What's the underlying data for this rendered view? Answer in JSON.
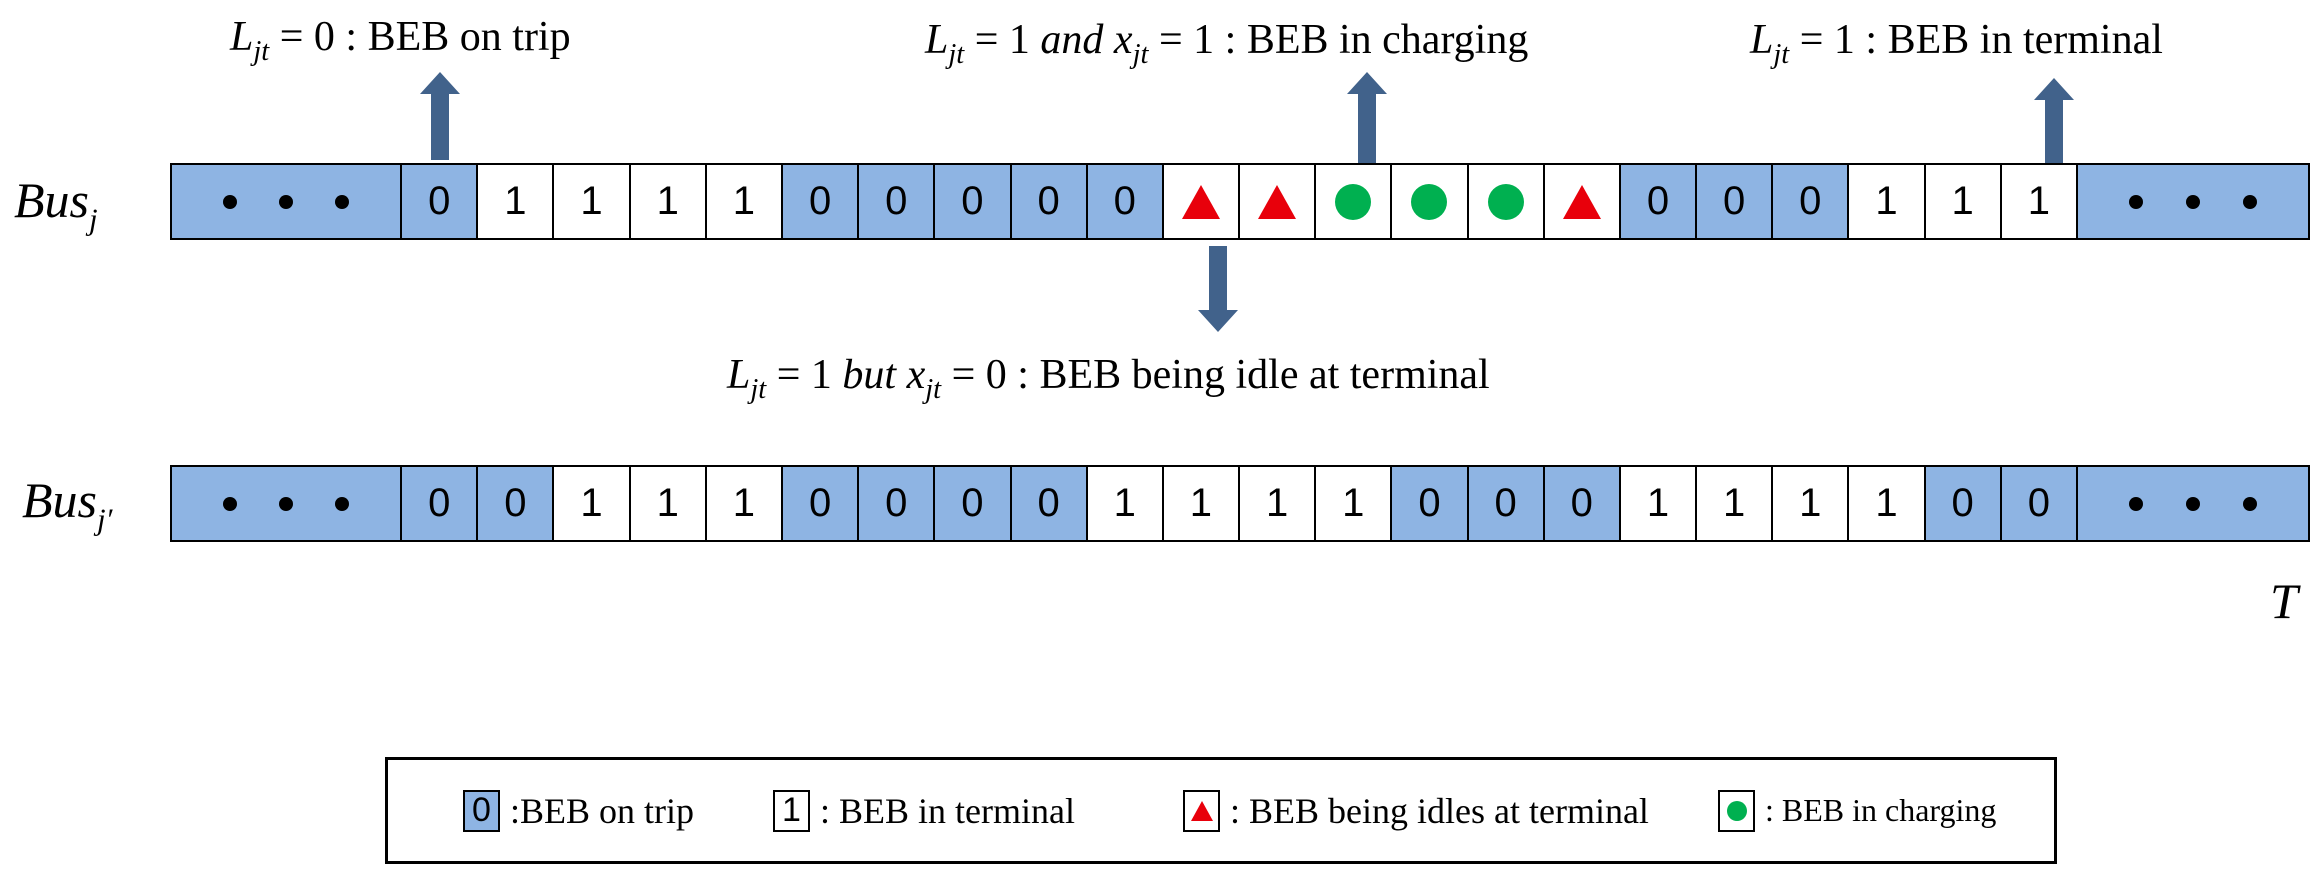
{
  "annotations": {
    "on_trip": {
      "math_l": "L",
      "math_sub": "jt",
      "eq": " = 0 : ",
      "text": "BEB on trip"
    },
    "charging": {
      "math_l": "L",
      "math_sub": "jt",
      "eq1": " = 1 ",
      "word": "and",
      "math_x": "x",
      "math_x_sub": "jt",
      "eq2": " = 1 : ",
      "text": "BEB in charging"
    },
    "terminal": {
      "math_l": "L",
      "math_sub": "jt",
      "eq": " = 1 : ",
      "text": "BEB in terminal"
    },
    "idle": {
      "math_l": "L",
      "math_sub": "jt",
      "eq1": " = 1 ",
      "word": "but",
      "math_x": "x",
      "math_x_sub": "jt",
      "eq2": " = 0 : ",
      "text": "BEB being idle at terminal"
    }
  },
  "bus_j": {
    "label_main": "Bus",
    "label_sub": "j",
    "cells": [
      {
        "type": "dots"
      },
      {
        "type": "blue",
        "text": "0"
      },
      {
        "type": "white",
        "text": "1"
      },
      {
        "type": "white",
        "text": "1"
      },
      {
        "type": "white",
        "text": "1"
      },
      {
        "type": "white",
        "text": "1"
      },
      {
        "type": "blue",
        "text": "0"
      },
      {
        "type": "blue",
        "text": "0"
      },
      {
        "type": "blue",
        "text": "0"
      },
      {
        "type": "blue",
        "text": "0"
      },
      {
        "type": "blue",
        "text": "0"
      },
      {
        "type": "triangle"
      },
      {
        "type": "triangle"
      },
      {
        "type": "circle"
      },
      {
        "type": "circle"
      },
      {
        "type": "circle"
      },
      {
        "type": "triangle"
      },
      {
        "type": "blue",
        "text": "0"
      },
      {
        "type": "blue",
        "text": "0"
      },
      {
        "type": "blue",
        "text": "0"
      },
      {
        "type": "white",
        "text": "1"
      },
      {
        "type": "white",
        "text": "1"
      },
      {
        "type": "white",
        "text": "1"
      },
      {
        "type": "dots"
      }
    ]
  },
  "bus_j_prime": {
    "label_main": "Bus",
    "label_sub": "j′",
    "cells": [
      {
        "type": "dots"
      },
      {
        "type": "blue",
        "text": "0"
      },
      {
        "type": "blue",
        "text": "0"
      },
      {
        "type": "white",
        "text": "1"
      },
      {
        "type": "white",
        "text": "1"
      },
      {
        "type": "white",
        "text": "1"
      },
      {
        "type": "blue",
        "text": "0"
      },
      {
        "type": "blue",
        "text": "0"
      },
      {
        "type": "blue",
        "text": "0"
      },
      {
        "type": "blue",
        "text": "0"
      },
      {
        "type": "white",
        "text": "1"
      },
      {
        "type": "white",
        "text": "1"
      },
      {
        "type": "white",
        "text": "1"
      },
      {
        "type": "white",
        "text": "1"
      },
      {
        "type": "blue",
        "text": "0"
      },
      {
        "type": "blue",
        "text": "0"
      },
      {
        "type": "blue",
        "text": "0"
      },
      {
        "type": "white",
        "text": "1"
      },
      {
        "type": "white",
        "text": "1"
      },
      {
        "type": "white",
        "text": "1"
      },
      {
        "type": "white",
        "text": "1"
      },
      {
        "type": "blue",
        "text": "0"
      },
      {
        "type": "blue",
        "text": "0"
      },
      {
        "type": "dots"
      }
    ]
  },
  "time_label": "T",
  "legend": {
    "on_trip": {
      "box": "0",
      "text": ":BEB on trip"
    },
    "terminal": {
      "box": "1",
      "text": ": BEB in terminal"
    },
    "idle": {
      "text": ": BEB being idles at terminal"
    },
    "charging": {
      "text": ": BEB in charging"
    }
  },
  "colors": {
    "trip_fill": "#8eb4e3",
    "arrow": "#41628b",
    "idle_triangle": "#e8000b",
    "charging_circle": "#00b050"
  }
}
